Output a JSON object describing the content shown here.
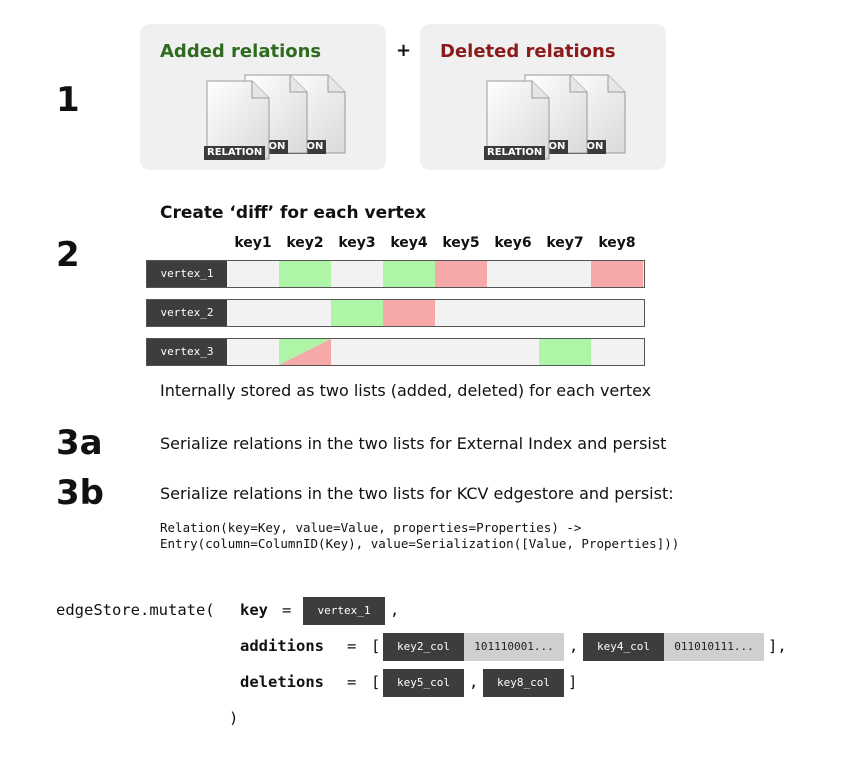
{
  "steps": {
    "s1": "1",
    "s2": "2",
    "s3a": "3a",
    "s3b": "3b"
  },
  "panels": {
    "added_title": "Added relations",
    "plus": "+",
    "deleted_title": "Deleted relations",
    "doc_label": "RELATION",
    "doc_label_partial": "ATION",
    "added_color": "#2e6b1e",
    "deleted_color": "#8b1a1a"
  },
  "diff": {
    "title": "Create ‘diff’ for each vertex",
    "keys": [
      "key1",
      "key2",
      "key3",
      "key4",
      "key5",
      "key6",
      "key7",
      "key8"
    ],
    "vertices": [
      {
        "label": "vertex_1",
        "cells": [
          "",
          "added",
          "",
          "added",
          "deleted",
          "",
          "",
          "deleted"
        ]
      },
      {
        "label": "vertex_2",
        "cells": [
          "",
          "",
          "added",
          "deleted",
          "",
          "",
          "",
          ""
        ]
      },
      {
        "label": "vertex_3",
        "cells": [
          "",
          "both",
          "",
          "",
          "",
          "",
          "added",
          ""
        ]
      }
    ],
    "colors": {
      "added": "#aef5a8",
      "deleted": "#f7a8a8",
      "empty": "#f2f2f2"
    },
    "note": "Internally stored as two lists (added, deleted) for each vertex"
  },
  "step3a": {
    "text": "Serialize relations in the two lists for External Index and persist"
  },
  "step3b": {
    "text": "Serialize relations in the two lists for KCV edgestore and persist:",
    "code_line1": "Relation(key=Key, value=Value, properties=Properties) ->",
    "code_line2": "Entry(column=ColumnID(Key), value=Serialization([Value, Properties]))"
  },
  "mutate": {
    "prefix": "edgeStore.mutate(",
    "key_kw": "key",
    "eq": "=",
    "key_val": "vertex_1",
    "comma": ",",
    "additions_kw": "additions",
    "deletions_kw": "deletions",
    "open_bracket": "[",
    "close_add": "],",
    "close_del": "]",
    "add_items": [
      {
        "col": "key2_col",
        "val": "101110001..."
      },
      {
        "col": "key4_col",
        "val": "011010111..."
      }
    ],
    "del_items": [
      {
        "col": "key5_col"
      },
      {
        "col": "key8_col"
      }
    ],
    "close_paren": ")"
  }
}
